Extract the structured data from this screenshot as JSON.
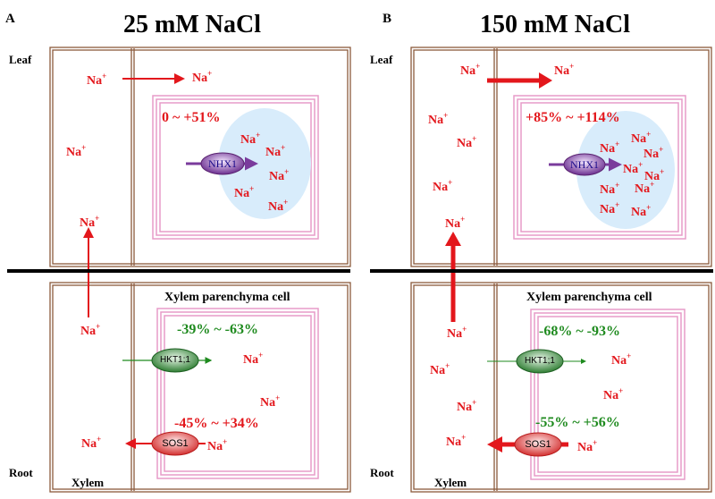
{
  "panelA": {
    "letter": "A",
    "title": "25 mM NaCl",
    "leaf_label": "Leaf",
    "root_label": "Root",
    "xylem_label": "Xylem",
    "cell_title": "Xylem parenchyma cell",
    "leaf_change": "0 ~ +51%",
    "hkt_change": "-39% ~ -63%",
    "sos_change": "-45% ~ +34%",
    "nhx1": "NHX1",
    "hkt": "HKT1;1",
    "sos": "SOS1",
    "na": "Na",
    "plus": "+"
  },
  "panelB": {
    "letter": "B",
    "title": "150 mM NaCl",
    "leaf_label": "Leaf",
    "root_label": "Root",
    "xylem_label": "Xylem",
    "cell_title": "Xylem parenchyma cell",
    "leaf_change": "+85% ~ +114%",
    "hkt_change": "-68% ~ -93%",
    "sos_change": "-55% ~ +56%",
    "nhx1": "NHX1",
    "hkt": "HKT1;1",
    "sos": "SOS1"
  },
  "colors": {
    "frame_brown": "#8b5a3c",
    "membrane_pink": "#e79cc8",
    "vacuole_blue": "#d8ecfb",
    "sodium_red": "#e3171c",
    "decrease_green": "#1e8a1e",
    "nhx1_purple": "#7a3b9c",
    "hkt_green": "#2e7d32",
    "sos_red": "#e53935"
  }
}
